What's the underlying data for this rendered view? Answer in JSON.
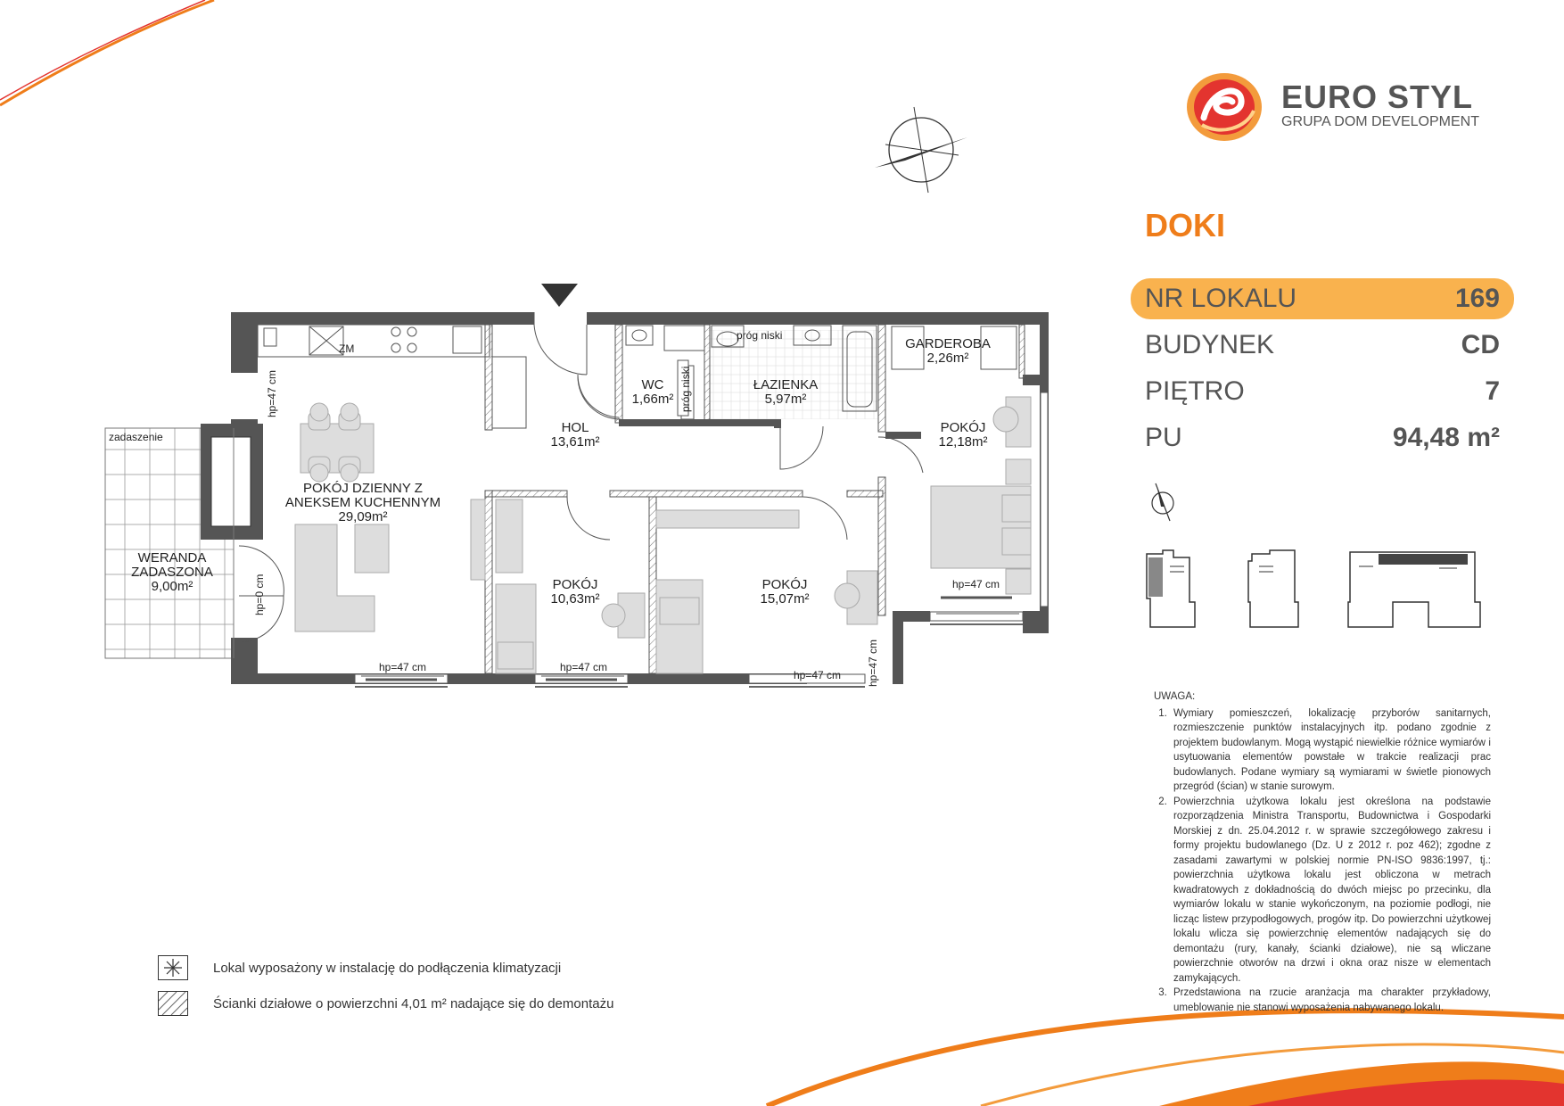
{
  "brand": {
    "name": "EURO STYL",
    "subtitle": "GRUPA DOM DEVELOPMENT"
  },
  "project": "DOKI",
  "info": [
    {
      "label": "NR LOKALU",
      "value": "169"
    },
    {
      "label": "BUDYNEK",
      "value": "CD"
    },
    {
      "label": "PIĘTRO",
      "value": "7"
    },
    {
      "label": "PU",
      "value": "94,48 m²"
    }
  ],
  "rooms": {
    "living": {
      "name_1": "POKÓJ DZIENNY Z",
      "name_2": "ANEKSEM KUCHENNYM",
      "area": "29,09m²"
    },
    "hall": {
      "name": "HOL",
      "area": "13,61m²"
    },
    "wc": {
      "name": "WC",
      "area": "1,66m²"
    },
    "bathroom": {
      "name": "ŁAZIENKA",
      "area": "5,97m²"
    },
    "wardrobe": {
      "name": "GARDEROBA",
      "area": "2,26m²"
    },
    "room_ne": {
      "name": "POKÓJ",
      "area": "12,18m²"
    },
    "room_mid": {
      "name": "POKÓJ",
      "area": "10,63m²"
    },
    "room_se": {
      "name": "POKÓJ",
      "area": "15,07m²"
    },
    "veranda": {
      "name_1": "WERANDA",
      "name_2": "ZADASZONA",
      "area": "9,00m²"
    }
  },
  "plan_labels": {
    "canopy": "zadaszenie",
    "meter": "ZM",
    "low_threshold": "próg niski",
    "hp47": "hp=47 cm",
    "hp0": "hp=0 cm"
  },
  "notes": {
    "heading": "UWAGA:",
    "items": [
      "Wymiary pomieszczeń, lokalizację przyborów sanitarnych, rozmieszczenie punktów instalacyjnych itp. podano zgodnie z projektem budowlanym. Mogą wystąpić niewielkie różnice wymiarów i usytuowania elementów powstałe w trakcie realizacji prac budowlanych. Podane wymiary są wymiarami w świetle pionowych przegród (ścian) w stanie surowym.",
      "Powierzchnia użytkowa lokalu jest określona na podstawie rozporządzenia Ministra Transportu, Budownictwa i Gospodarki Morskiej z dn. 25.04.2012 r. w sprawie szczegółowego zakresu i formy projektu budowlanego (Dz. U z 2012 r. poz 462); zgodne z zasadami zawartymi w polskiej normie PN-ISO 9836:1997, tj.: powierzchnia użytkowa lokalu jest obliczona w metrach kwadratowych z dokładnością do dwóch miejsc po przecinku, dla wymiarów lokalu w stanie wykończonym, na poziomie podłogi, nie licząc listew przypodłogowych, progów itp. Do powierzchni użytkowej lokalu wlicza się powierzchnię elementów nadających się do demontażu (rury, kanały, ścianki działowe), nie są wliczane powierzchnie otworów na drzwi i okna oraz nisze w elementach zamykających.",
      "Przedstawiona na rzucie aranżacja ma charakter przykładowy, umeblowanie nie stanowi wyposażenia nabywanego lokalu."
    ]
  },
  "legend": [
    {
      "icon": "ac-icon",
      "text": "Lokal wyposażony w instalację do podłączenia klimatyzacji"
    },
    {
      "icon": "hatch-icon",
      "text": "Ścianki działowe o powierzchni 4,01 m² nadające się do demontażu"
    }
  ],
  "colors": {
    "accent": "#ef7d1a",
    "highlight": "#f9b24e",
    "wall": "#555555",
    "text_gray": "#555555"
  }
}
